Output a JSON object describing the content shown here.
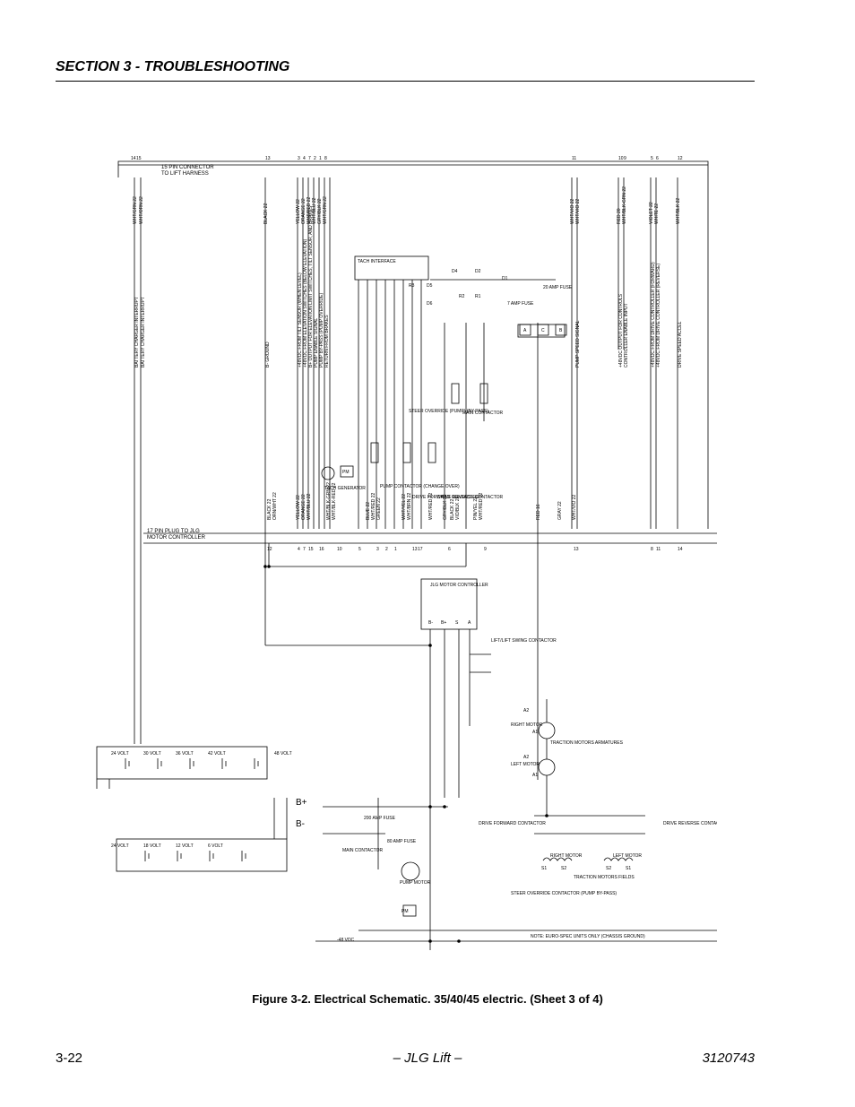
{
  "header": {
    "section_title": "SECTION 3 - TROUBLESHOOTING"
  },
  "figure": {
    "caption": "Figure 3-2.  Electrical Schematic. 35/40/45 electric. (Sheet 3 of 4)"
  },
  "footer": {
    "page_number": "3-22",
    "brand": "– JLG Lift –",
    "doc_number": "3120743"
  },
  "schematic": {
    "connector_15_label": [
      "15 PIN CONNECTOR",
      "TO LIFT HARNESS"
    ],
    "connector_15_pins": [
      "14",
      "15",
      "13",
      "3",
      "4",
      "7",
      "2",
      "1",
      "8",
      "11",
      "10",
      "9",
      "5",
      "6",
      "12"
    ],
    "plug_17_label": [
      "17 PIN PLUG TO JLG",
      "MOTOR CONTROLLER"
    ],
    "plug_17_pins": [
      "12",
      "4",
      "7",
      "15",
      "16",
      "10",
      "5",
      "3",
      "2",
      "1",
      "13",
      "17",
      "6",
      "9",
      "13",
      "8",
      "11",
      "14"
    ],
    "vertical_wires_15": [
      "WHT/GRN 22",
      "WHT/ORN 22",
      "BLACK 22",
      "YELLOW 22",
      "ORANGE 22",
      "WHT/RED 22",
      "WHT/BLU 22",
      "GRY/BLK 22",
      "WHT/GRN 22",
      "WHT/VIO 22",
      "WHT/VIO 22",
      "RED 20",
      "WHT/BLK-GRN 22",
      "VIOLET 22",
      "WHITE 22",
      "WHT/BLK 22"
    ],
    "function_labels": [
      "BATTERY CHARGER INTERRUPT",
      "BATTERY CHARGER INTERRUPT",
      "B- GROUND",
      "+48VDC FROM TILT SENSOR (WHEN LEVEL)",
      "+48VDC FROM ELEVATION SWITCHES (BELOW ELEVATION)",
      "B+ OUTPUT FOR ELEVATION LIMIT SWITCHES, TILT SENSOR, AND BRAKES",
      "PUMP ENABLE SIGNAL",
      "PUMP BY-PASS (PUMP OVERRIDE)",
      "RETURN FROM BRAKES",
      "+48VDC OUTPUT FOR CONTROLS",
      "CONTROLLER ENABLE INPUT",
      "PUMP SPEED SIGNAL",
      "+48VDC FROM DRIVE CONTROLLER (FORWARD)",
      "+48VDC FROM DRIVE CONTROLLER (REVERSE)",
      "DRIVE SPEED ACCEL"
    ],
    "interface_labels": [
      "TACH INTERFACE",
      "D4",
      "D2",
      "D1",
      "R3",
      "D5",
      "D6",
      "R2",
      "R1",
      "7 AMP FUSE",
      "20 AMP FUSE",
      "A",
      "C",
      "B"
    ],
    "contactor_labels": [
      "STEER OVERRIDE (PUMP) (BY-PASS)",
      "MAIN CONTACTOR",
      "PUMP CONTACTOR (CHANGE OVER)",
      "DRIVE FORWARD CONTACTOR",
      "DRIVE REVERSE CONTACTOR",
      "TACH GENERATOR",
      "PM"
    ],
    "lower_wires": [
      "BLACK 22",
      "ORN/WHT 22",
      "YELLOW 22",
      "ORANGE 22",
      "WHT/BLU 22",
      "BLUE 22",
      "WHT/RED 22",
      "GREEN 22",
      "WHT/YEL 22",
      "WHT/BRN 22",
      "WHT/RED 22",
      "RED 16",
      "GRAY 22",
      "WHT/VIO 22",
      "GRY/BLK 22",
      "BLACK 22",
      "VIO/BLK 22",
      "PIN/YEL 22",
      "WHT/RED 22",
      "WHT/BLK-GRN 22",
      "WHT/BLK-RED 22"
    ],
    "motor_controller": {
      "title": "JLG MOTOR CONTROLLER",
      "terminals": [
        "B-",
        "B+",
        "S",
        "A"
      ]
    },
    "power_labels": [
      "LIFT/LIFT SWING CONTACTOR",
      "RIGHT MOTOR",
      "LEFT MOTOR",
      "TRACTION MOTORS ARMATURES",
      "A2",
      "A1",
      "A2",
      "A1",
      "DRIVE FORWARD CONTACTOR",
      "DRIVE REVERSE CONTACTOR",
      "RIGHT MOTOR",
      "LEFT MOTOR",
      "TRACTION MOTORS FIELDS",
      "S1",
      "S2",
      "S2",
      "S1",
      "MAIN CONTACTOR",
      "200 AMP FUSE",
      "80 AMP FUSE",
      "PUMP MOTOR",
      "PM",
      "STEER OVERRIDE CONTACTOR (PUMP BY-PASS)",
      "-48 VDC",
      "NOTE: EURO-SPEC UNITS ONLY (CHASSIS GROUND)"
    ],
    "battery_top": [
      "24 VOLT",
      "30 VOLT",
      "36 VOLT",
      "42 VOLT",
      "48 VOLT"
    ],
    "battery_bottom": [
      "24 VOLT",
      "18 VOLT",
      "12 VOLT",
      "6 VOLT"
    ],
    "bus_labels": [
      "B+",
      "B-"
    ]
  }
}
